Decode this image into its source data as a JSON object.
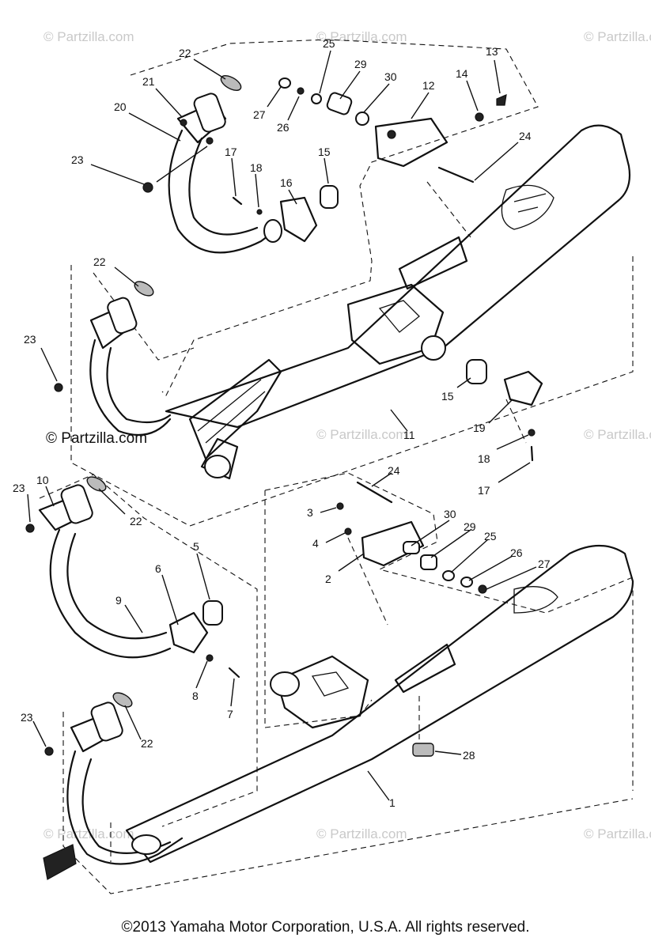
{
  "watermark": "© Partzilla.com",
  "copyright": "©2013  Yamaha Motor Corporation, U.S.A. All rights reserved.",
  "callouts": [
    {
      "id": "p22a",
      "label": "22"
    },
    {
      "id": "p21",
      "label": "21"
    },
    {
      "id": "p20",
      "label": "20"
    },
    {
      "id": "p23a",
      "label": "23"
    },
    {
      "id": "p25a",
      "label": "25"
    },
    {
      "id": "p29a",
      "label": "29"
    },
    {
      "id": "p30a",
      "label": "30"
    },
    {
      "id": "p27a",
      "label": "27"
    },
    {
      "id": "p26a",
      "label": "26"
    },
    {
      "id": "p12",
      "label": "12"
    },
    {
      "id": "p14",
      "label": "14"
    },
    {
      "id": "p13",
      "label": "13"
    },
    {
      "id": "p24a",
      "label": "24"
    },
    {
      "id": "p17a",
      "label": "17"
    },
    {
      "id": "p18a",
      "label": "18"
    },
    {
      "id": "p16",
      "label": "16"
    },
    {
      "id": "p15a",
      "label": "15"
    },
    {
      "id": "p22b",
      "label": "22"
    },
    {
      "id": "p23b",
      "label": "23"
    },
    {
      "id": "p15b",
      "label": "15"
    },
    {
      "id": "p19",
      "label": "19"
    },
    {
      "id": "p11",
      "label": "11"
    },
    {
      "id": "p18b",
      "label": "18"
    },
    {
      "id": "p17b",
      "label": "17"
    },
    {
      "id": "p23c",
      "label": "23"
    },
    {
      "id": "p10",
      "label": "10"
    },
    {
      "id": "p22c",
      "label": "22"
    },
    {
      "id": "p24b",
      "label": "24"
    },
    {
      "id": "p3",
      "label": "3"
    },
    {
      "id": "p30b",
      "label": "30"
    },
    {
      "id": "p4",
      "label": "4"
    },
    {
      "id": "p29b",
      "label": "29"
    },
    {
      "id": "p25b",
      "label": "25"
    },
    {
      "id": "p2",
      "label": "2"
    },
    {
      "id": "p26b",
      "label": "26"
    },
    {
      "id": "p27b",
      "label": "27"
    },
    {
      "id": "p5",
      "label": "5"
    },
    {
      "id": "p6",
      "label": "6"
    },
    {
      "id": "p9",
      "label": "9"
    },
    {
      "id": "p8",
      "label": "8"
    },
    {
      "id": "p7",
      "label": "7"
    },
    {
      "id": "p23d",
      "label": "23"
    },
    {
      "id": "p22d",
      "label": "22"
    },
    {
      "id": "p28",
      "label": "28"
    },
    {
      "id": "p1",
      "label": "1"
    }
  ]
}
